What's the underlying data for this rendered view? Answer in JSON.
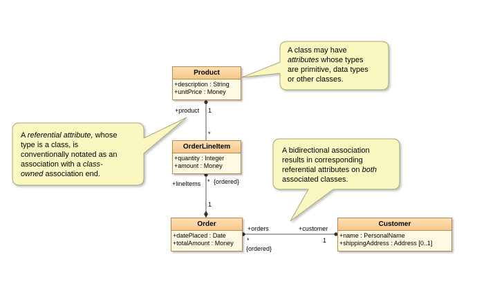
{
  "classes": {
    "product": {
      "name": "Product",
      "attributes": [
        "+description : String",
        "+unitPrice : Money"
      ]
    },
    "orderlineitem": {
      "name": "OrderLineItem",
      "attributes": [
        "+quantity : Integer",
        "+amount : Money"
      ]
    },
    "order": {
      "name": "Order",
      "attributes": [
        "+datePlaced : Date",
        "+totalAmount : Money"
      ]
    },
    "customer": {
      "name": "Customer",
      "attributes": [
        "+name : PersonalName",
        "+shippingAddress : Address [0..1]"
      ]
    }
  },
  "association_labels": {
    "product_role": "+product",
    "product_mult": "1",
    "oli_mult_top": "*",
    "lineitems_role": "+lineItems",
    "lineitems_mult": "*",
    "lineitems_ordered": "{ordered}",
    "order_mult_bottom": "1",
    "orders_role": "+orders",
    "orders_mult": "*",
    "orders_ordered": "{ordered}",
    "customer_role": "+customer",
    "customer_mult": "1"
  },
  "notes": {
    "attributes_note": {
      "line1": "A class may have",
      "line2_em": "attributes",
      "line2_rest": " whose types",
      "line3": "are primitive, data types",
      "line4": "or other classes."
    },
    "referential_note": {
      "line1_a": "A ",
      "line1_em": "referential attribute,",
      "line1_b": " whose",
      "line2": "type is a class, is",
      "line3": "conventionally notated as an",
      "line4_a": "association with a ",
      "line4_em": "class-",
      "line5_em": "owned",
      "line5_b": " association end."
    },
    "bidirectional_note": {
      "line1": "A bidirectional association",
      "line2": "results in corresponding",
      "line3_a": "referential attributes on ",
      "line3_em": "both",
      "line4": "associated classes."
    }
  },
  "colors": {
    "class_header": "#f7c78b",
    "class_body": "#fff8e2",
    "class_border": "#b88a4a",
    "note_fill": "#fbf7c0",
    "note_border": "#a8a57a"
  }
}
